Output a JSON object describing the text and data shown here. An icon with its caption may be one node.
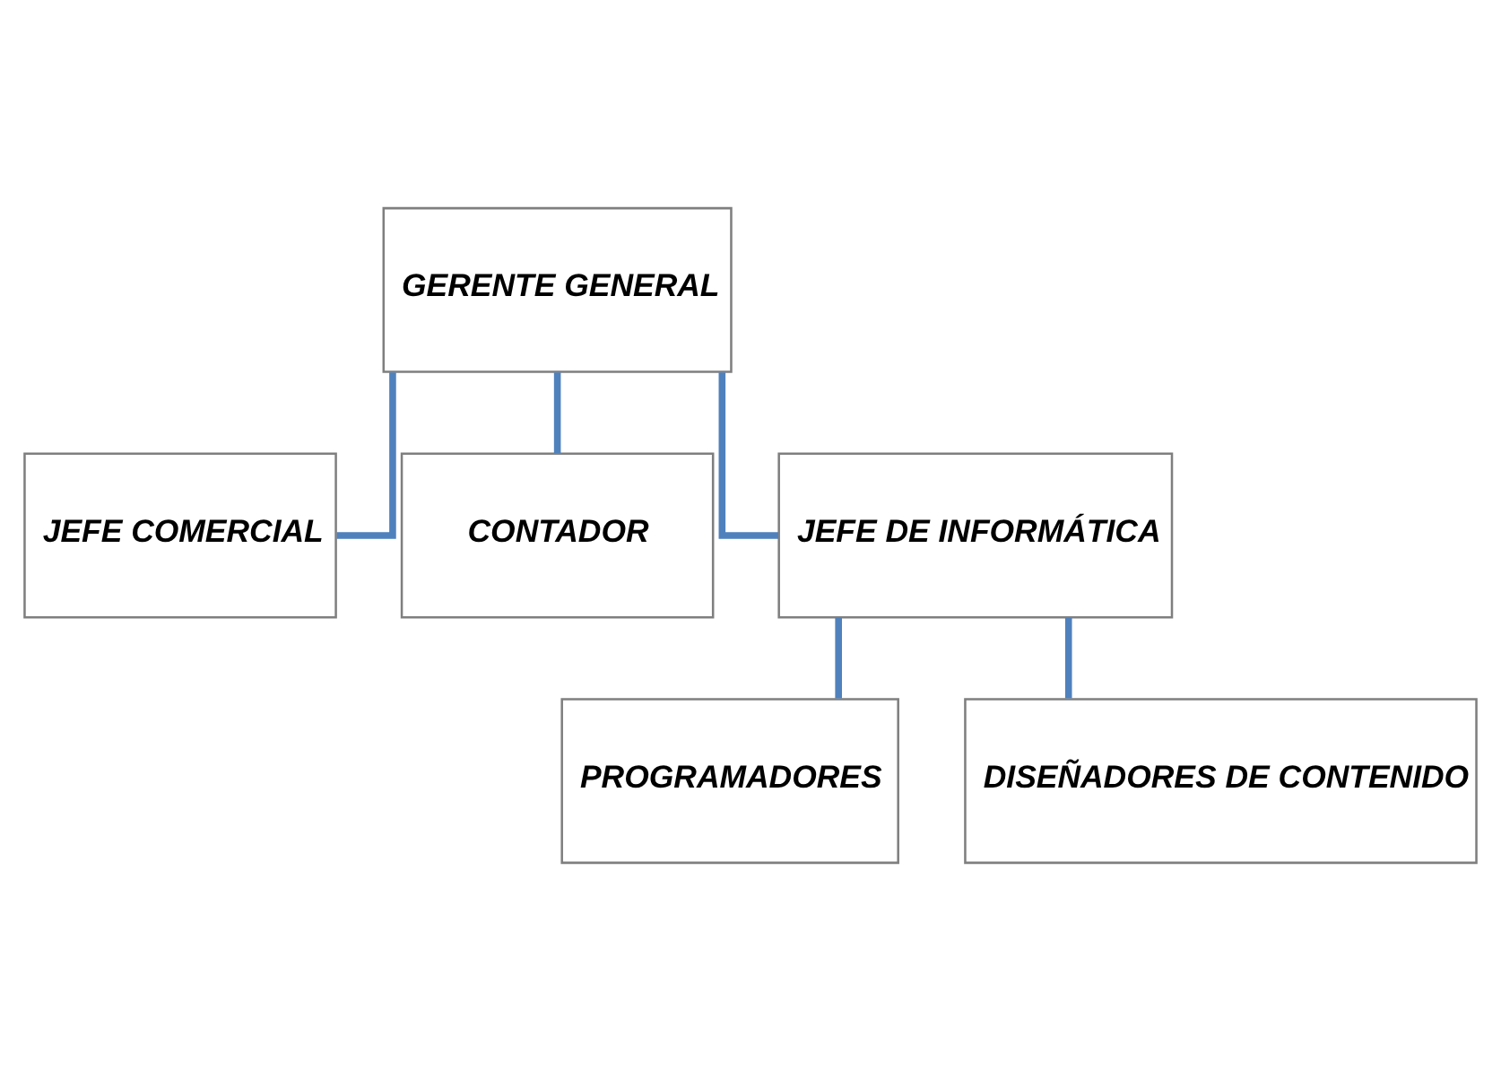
{
  "diagram": {
    "nodes": [
      {
        "text": [
          "GERENTE GENERAL"
        ]
      },
      {
        "text": [
          "JEFE COMERCIAL"
        ]
      },
      {
        "text": [
          "CONTADOR"
        ]
      },
      {
        "text": [
          "JEFE DE INFORMÁTICA"
        ]
      },
      {
        "text": [
          "PROGRAMADORES"
        ]
      },
      {
        "text": [
          "DISEÑADORES DE CONTENIDO"
        ]
      }
    ],
    "edges": [
      {
        "from": 0,
        "to": 1,
        "arrow": "none"
      },
      {
        "from": 0,
        "to": 2,
        "arrow": "none"
      },
      {
        "from": 0,
        "to": 3,
        "arrow": "none"
      },
      {
        "from": 3,
        "to": 4,
        "arrow": "none"
      },
      {
        "from": 3,
        "to": 5,
        "arrow": "none"
      }
    ]
  }
}
